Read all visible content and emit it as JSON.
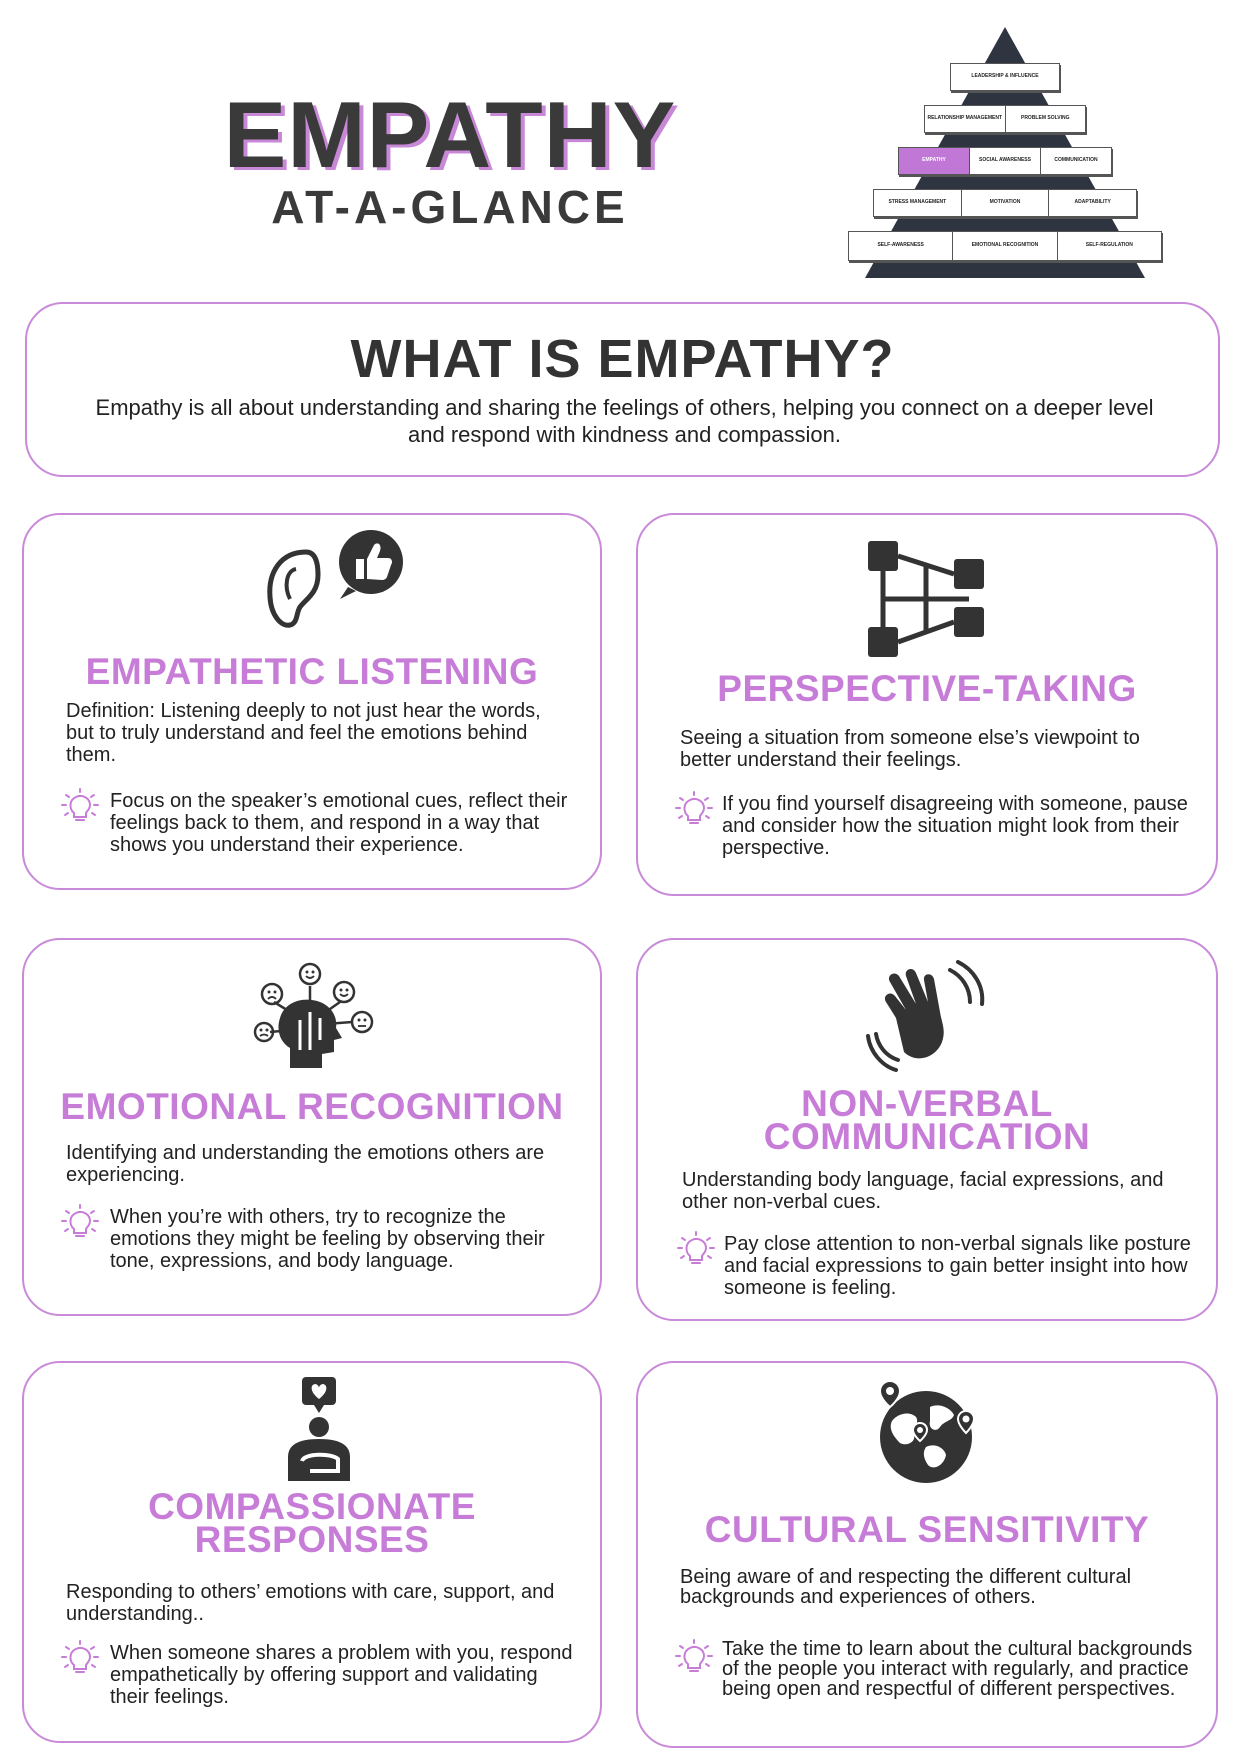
{
  "header": {
    "title": "EMPATHY",
    "subtitle": "AT-A-GLANCE"
  },
  "pyramid": {
    "rows": [
      [
        "LEADERSHIP & INFLUENCE"
      ],
      [
        "RELATIONSHIP MANAGEMENT",
        "PROBLEM SOLVING"
      ],
      [
        "EMPATHY",
        "SOCIAL AWARENESS",
        "COMMUNICATION"
      ],
      [
        "STRESS MANAGEMENT",
        "MOTIVATION",
        "ADAPTABILITY"
      ],
      [
        "SELF-AWARENESS",
        "EMOTIONAL RECOGNITION",
        "SELF-REGULATION"
      ]
    ],
    "highlight": "EMPATHY",
    "highlight_color": "#c077d6"
  },
  "intro": {
    "title": "WHAT IS EMPATHY?",
    "text": "Empathy is all about understanding and sharing the feelings of others, helping you connect on a deeper level and respond with kindness and compassion."
  },
  "colors": {
    "accent": "#c77dd8",
    "border": "#c98ad9",
    "dark": "#333333"
  },
  "cards": [
    {
      "icon": "ear-thumbs-up-icon",
      "heading": "EMPATHETIC LISTENING",
      "definition": "Definition: Listening deeply to not just hear the words, but to truly understand and feel the emotions behind them.",
      "tip": "Focus on the speaker’s emotional cues, reflect their feelings back to them, and respond in a way that shows you understand their experience."
    },
    {
      "icon": "perspective-grid-icon",
      "heading": "PERSPECTIVE-TAKING",
      "definition": "Seeing a situation from someone else’s viewpoint to better understand their feelings.",
      "tip": "If you find yourself disagreeing with someone, pause and consider how the situation might look from their perspective."
    },
    {
      "icon": "head-emotions-icon",
      "heading": "EMOTIONAL RECOGNITION",
      "definition": "Identifying and understanding the emotions others are experiencing.",
      "tip": "When you’re with others, try to recognize the emotions they might be feeling by observing their tone, expressions, and body language."
    },
    {
      "icon": "waving-hand-icon",
      "heading": "NON-VERBAL COMMUNICATION",
      "definition": "Understanding body language, facial expressions, and other non-verbal cues.",
      "tip": "Pay close attention to non-verbal signals like posture and facial expressions to gain better insight into how someone is feeling."
    },
    {
      "icon": "hug-heart-icon",
      "heading": "COMPASSIONATE RESPONSES",
      "definition": "Responding to others’ emotions with care, support, and understanding..",
      "tip": "When someone shares a problem with you, respond empathetically by offering support and validating their feelings."
    },
    {
      "icon": "globe-pins-icon",
      "heading": "CULTURAL SENSITIVITY",
      "definition": "Being aware of and respecting the different cultural backgrounds and experiences of others.",
      "tip": "Take the time to learn about the cultural backgrounds of the people you interact with regularly, and practice being open and respectful of different perspectives."
    }
  ]
}
